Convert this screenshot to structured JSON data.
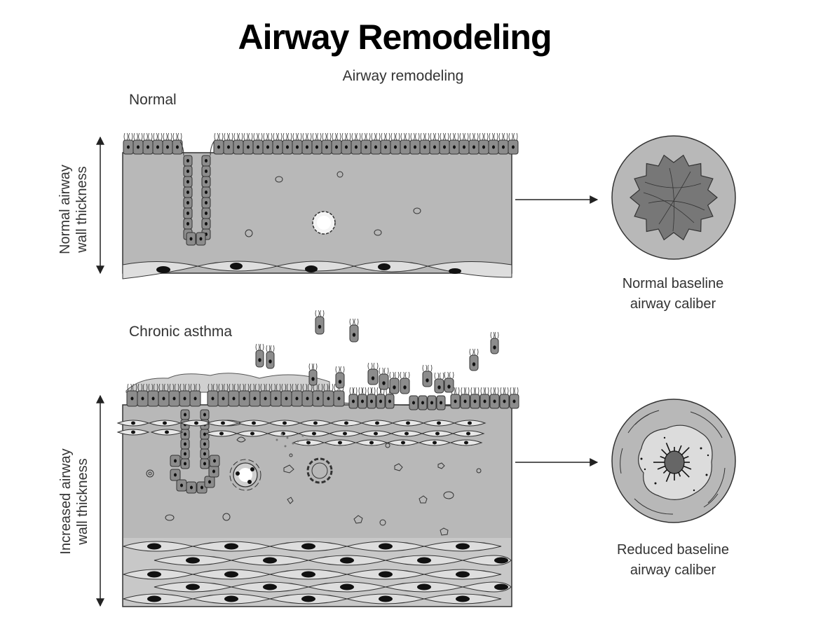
{
  "title": "Airway Remodeling",
  "subtitle": "Airway remodeling",
  "panels": {
    "normal": {
      "label": "Normal",
      "thickness_label_line1": "Normal airway",
      "thickness_label_line2": "wall thickness",
      "caliber_line1": "Normal baseline",
      "caliber_line2": "airway caliber"
    },
    "asthma": {
      "label": "Chronic asthma",
      "thickness_label_line1": "Increased airway",
      "thickness_label_line2": "wall thickness",
      "caliber_line1": "Reduced baseline",
      "caliber_line2": "airway caliber"
    }
  },
  "colors": {
    "tissue": "#b8b8b8",
    "epithelium": "#8c8c8c",
    "smooth_muscle": "#dedede",
    "nucleus": "#111111",
    "outline": "#333333"
  }
}
